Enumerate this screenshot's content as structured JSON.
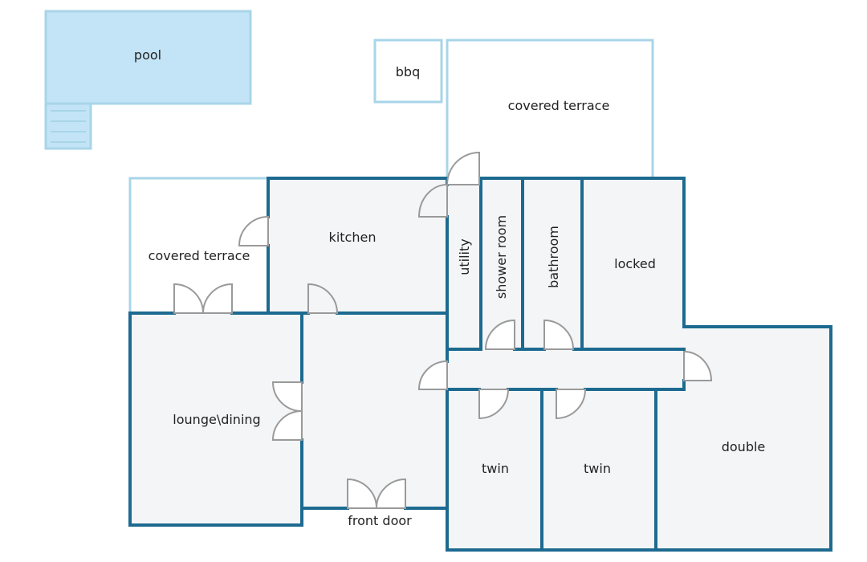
{
  "labels": {
    "pool": "pool",
    "bbq": "bbq",
    "covered_terrace_top": "covered terrace",
    "covered_terrace_left": "covered terrace",
    "kitchen": "kitchen",
    "utility": "utility",
    "shower_room": "shower room",
    "bathroom": "bathroom",
    "locked": "locked",
    "lounge_dining": "lounge\\dining",
    "twin_1": "twin",
    "twin_2": "twin",
    "double": "double",
    "front_door": "front door"
  },
  "colors": {
    "wall": "#1d6a90",
    "light_outline": "#a8d5e8",
    "pool_fill": "#c3e4f6",
    "room_fill": "#f4f5f6",
    "door_line": "#9a9a9a",
    "background": "#ffffff"
  }
}
